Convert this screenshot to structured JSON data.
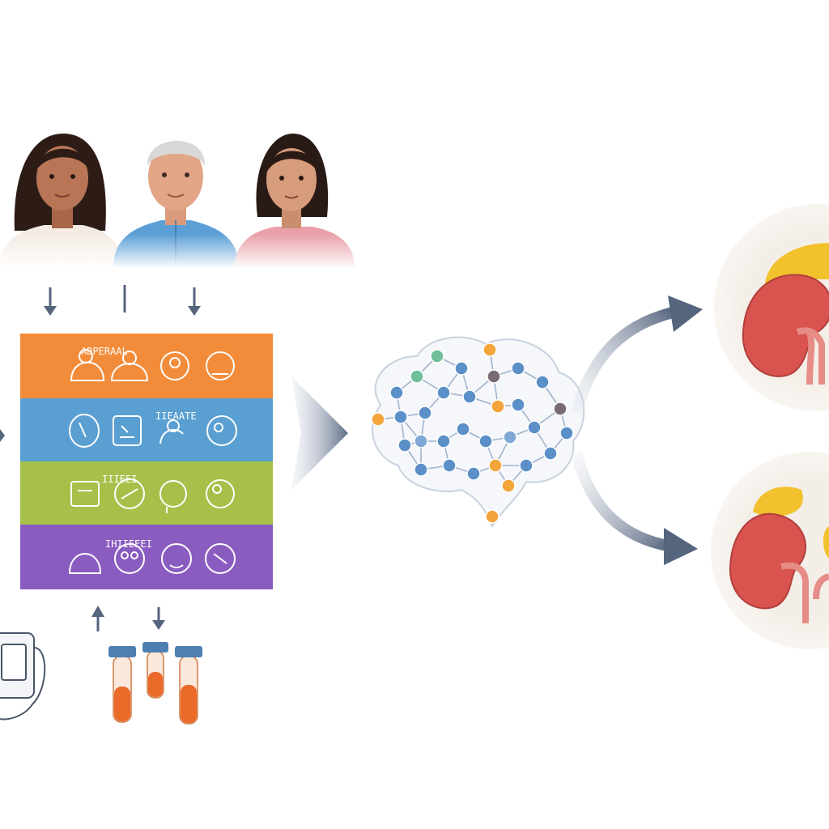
{
  "bands": [
    {
      "label": "ADPERAAL",
      "color": "#f28c3a"
    },
    {
      "label": "IIEAATE",
      "color": "#5a9fd1"
    },
    {
      "label": "IIIEEI",
      "color": "#a7c04a"
    },
    {
      "label": "IHIIEEEI",
      "color": "#8a5cc0"
    }
  ],
  "colors": {
    "arrow": "#56657e",
    "kidney": "#d9534f",
    "adrenal": "#f2c12e",
    "tube_fill": "#ea6a2a",
    "tube_cap": "#4d7fb3",
    "node_blue": "#5b8fc7",
    "node_orange": "#f3a43a"
  },
  "icons": {
    "people": [
      "woman-icon",
      "older-man-icon",
      "woman-icon"
    ],
    "devices": [
      "infusion-pump-icon",
      "test-tubes-icon"
    ],
    "model": "neural-network-brain-icon",
    "outcomes": [
      "kidney-icon",
      "kidney-icon"
    ]
  }
}
